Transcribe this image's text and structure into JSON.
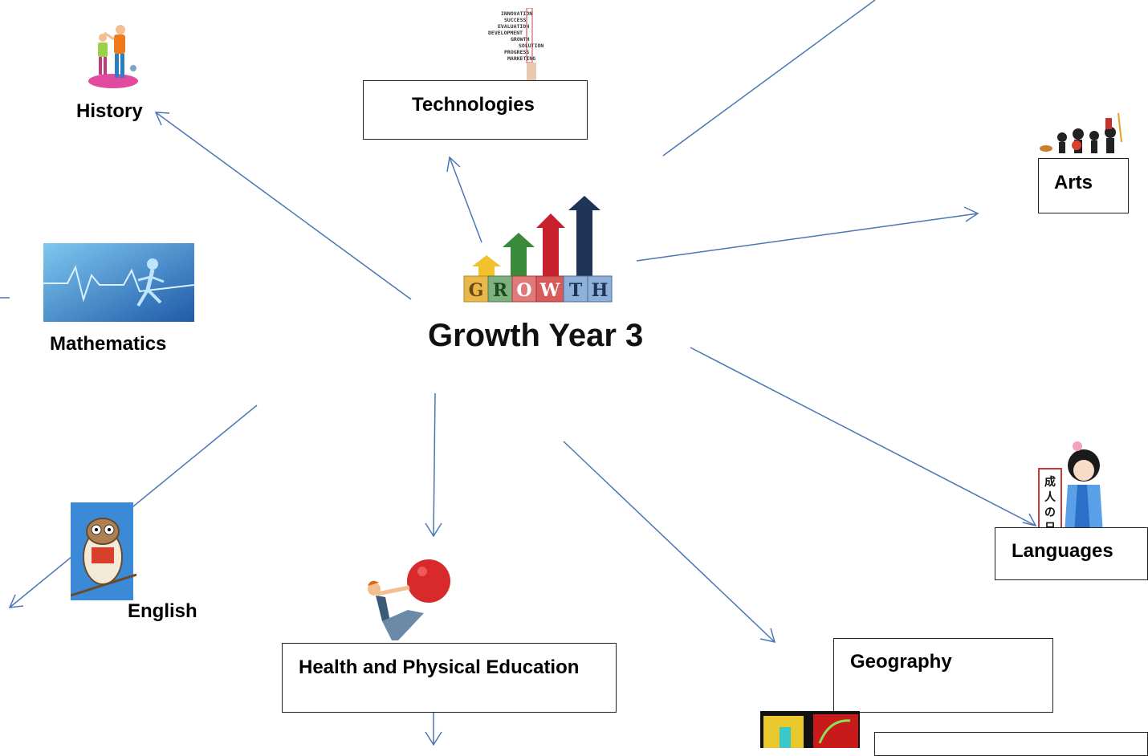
{
  "diagram": {
    "center_title": "Growth  Year 3",
    "growth_blocks": [
      "G",
      "R",
      "O",
      "W",
      "T",
      "H"
    ],
    "tech_words": [
      "INNOVATION",
      "SUCCESS",
      "EVALUATION",
      "DEVELOPMENT",
      "GROWTH",
      "SOLUTION",
      "PROGRESS",
      "MARKETING"
    ],
    "nodes": {
      "history": "History",
      "technologies": "Technologies",
      "arts": "Arts",
      "mathematics": "Mathematics",
      "english": "English",
      "health": "Health and Physical Education",
      "languages": "Languages",
      "geography": "Geography"
    },
    "languages_sign": [
      "成",
      "人",
      "の",
      "日"
    ],
    "colors": {
      "arrow": "#4a76b4",
      "arrow_yellow": "#f2c12e",
      "arrow_green": "#3a8a3a",
      "arrow_red": "#c8202c",
      "arrow_navy": "#1f3556"
    }
  }
}
